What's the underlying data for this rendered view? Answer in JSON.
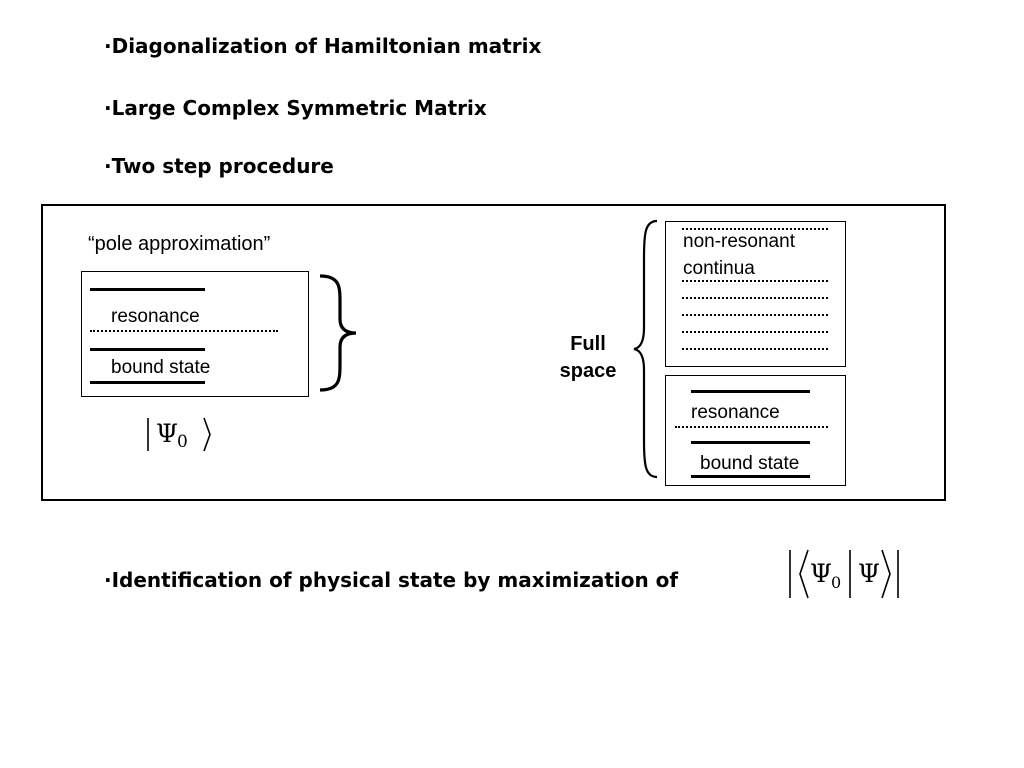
{
  "bullets": {
    "b1": "·Diagonalization of Hamiltonian matrix",
    "b2": "·Large Complex Symmetric Matrix",
    "b3": "·Two step procedure",
    "b4": "·Identification of  physical state by maximization of"
  },
  "left_panel": {
    "title": "“pole approximation”",
    "resonance": "resonance",
    "bound_state": "bound state",
    "psi0_main": "Ψ",
    "psi0_sub": "0"
  },
  "full_space": {
    "label_line1": "Full",
    "label_line2": "space",
    "continua_line1": "non-resonant",
    "continua_line2": "continua",
    "resonance": "resonance",
    "bound_state": "bound state"
  },
  "overlap": {
    "psi": "Ψ",
    "sub": "0"
  }
}
